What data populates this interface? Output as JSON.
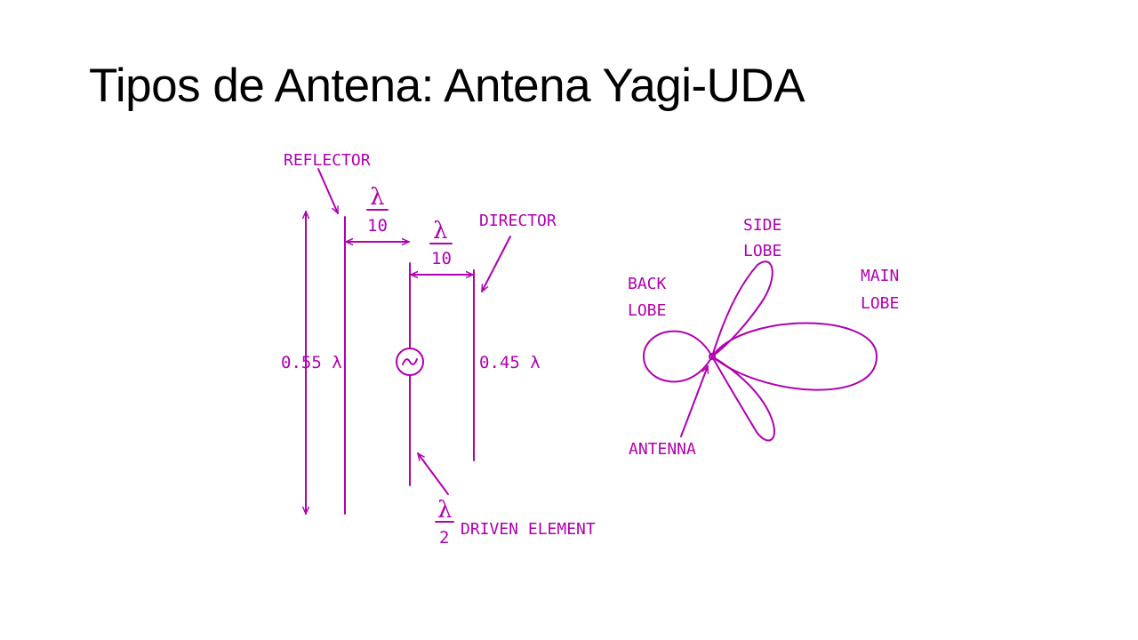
{
  "slide": {
    "title": "Tipos de Antena: Antena Yagi-UDA"
  },
  "diagram": {
    "stroke_color": "#b000b0",
    "background": "#ffffff",
    "array": {
      "reflector_label": "REFLECTOR",
      "director_label": "DIRECTOR",
      "driven_element_label": "DRIVEN ELEMENT",
      "spacing_1": {
        "numerator": "λ",
        "denominator": "10"
      },
      "spacing_2": {
        "numerator": "λ",
        "denominator": "10"
      },
      "driven_length": {
        "numerator": "λ",
        "denominator": "2"
      },
      "reflector_length": "0.55 λ",
      "director_length": "0.45 λ",
      "source_symbol": "∼"
    },
    "pattern": {
      "side_lobe_label": [
        "SIDE",
        "LOBE"
      ],
      "back_lobe_label": [
        "BACK",
        "LOBE"
      ],
      "main_lobe_label": [
        "MAIN",
        "LOBE"
      ],
      "antenna_label": "ANTENNA"
    }
  }
}
